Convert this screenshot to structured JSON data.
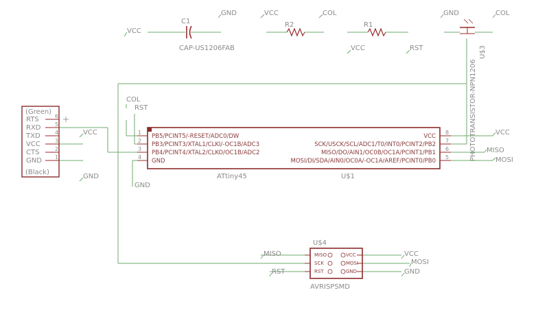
{
  "schematic": {
    "c1": {
      "name": "C1",
      "value": "CAP-US1206FAB"
    },
    "r2": {
      "name": "R2"
    },
    "r1": {
      "name": "R1"
    },
    "u3": {
      "name": "U$3",
      "value": "PHOTOTRANSISTOR-NPN1206"
    },
    "u1": {
      "name": "U$1",
      "value": "ATtiny45",
      "left_pins": [
        {
          "num": "1",
          "label": "PB5/PCINT5/-RESET/ADC0/DW"
        },
        {
          "num": "2",
          "label": "PB3/PCINT3/XTAL1/CLKI/-OC1B/ADC3"
        },
        {
          "num": "3",
          "label": "PB4/PCINT4/XTAL2/CLKO/OC1B/ADC2"
        },
        {
          "num": "4",
          "label": "GND"
        }
      ],
      "right_pins": [
        {
          "num": "8",
          "label": "VCC"
        },
        {
          "num": "7",
          "label": "SCK/USCK/SCL/ADC1/T0/INT0/PCINT2/PB2"
        },
        {
          "num": "6",
          "label": "MISO/DO/AIN1/OC0B/OC1A/PCINT1/PB1"
        },
        {
          "num": "5",
          "label": "MOSI/DI/SDA/AIN0/OC0A/-OC1A/AREF/PCINT0/PB0"
        }
      ]
    },
    "ftdi": {
      "top_label": "(Green)",
      "bottom_label": "(Black)",
      "pins": [
        {
          "label": "RTS",
          "num": "6"
        },
        {
          "label": "RXD",
          "num": "5"
        },
        {
          "label": "TXD",
          "num": "4"
        },
        {
          "label": "VCC",
          "num": "3"
        },
        {
          "label": "CTS",
          "num": "2"
        },
        {
          "label": "GND",
          "num": "1"
        }
      ]
    },
    "u4": {
      "name": "U$4",
      "value": "AVRISPSMD",
      "left": [
        "MISO",
        "SCK",
        "RST"
      ],
      "right": [
        "VCC",
        "MOSI",
        "GND"
      ]
    },
    "nets": {
      "c1_gnd": "GND",
      "c1_vcc": "VCC",
      "r2_vcc": "VCC",
      "r2_col": "COL",
      "r1_vcc": "VCC",
      "r1_rst": "RST",
      "u3_gnd": "GND",
      "u3_col": "COL",
      "u1_col": "COL",
      "u1_rst": "RST",
      "u1_gnd": "GND",
      "u1_vcc": "VCC",
      "u1_miso": "MISO",
      "u1_mosi": "MOSI",
      "ftdi_vcc": "VCC",
      "ftdi_gnd": "GND",
      "isp_miso": "MISO",
      "isp_rst": "RST",
      "isp_vcc": "VCC",
      "isp_mosi": "MOSI",
      "isp_gnd": "GND"
    }
  }
}
